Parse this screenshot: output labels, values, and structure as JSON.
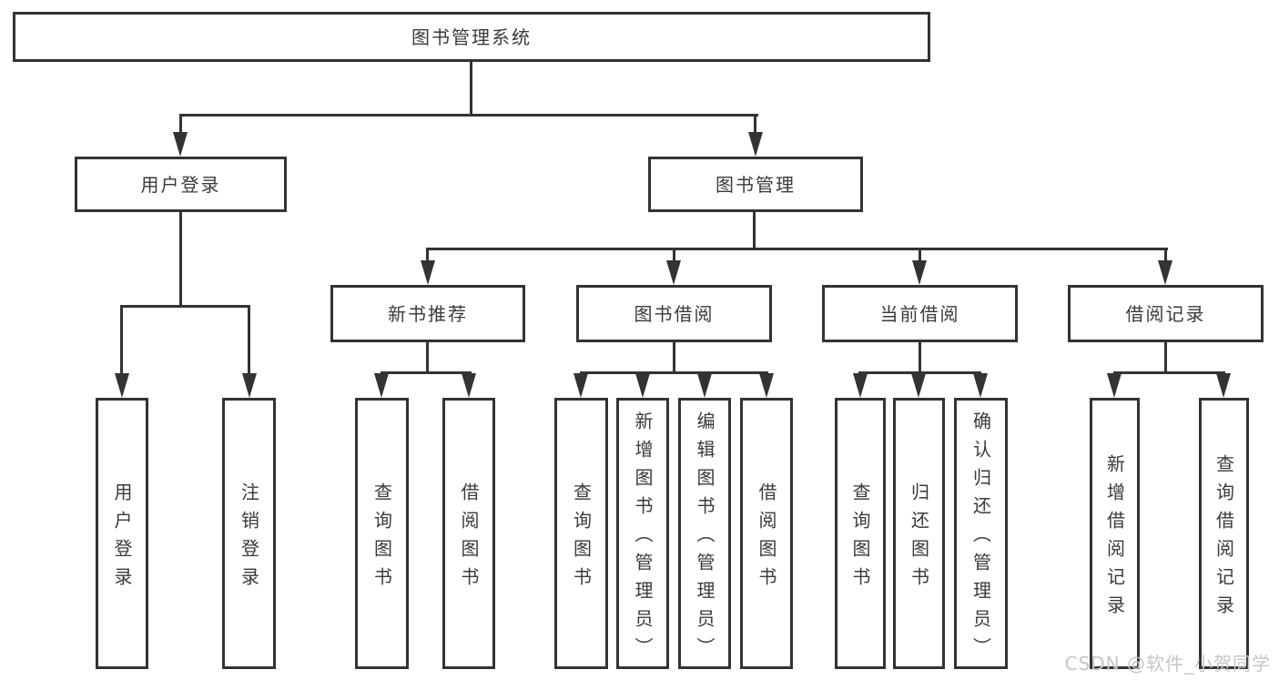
{
  "diagram": {
    "root": "图书管理系统",
    "user_login": "用户登录",
    "book_mgmt": "图书管理",
    "user_login_children": [
      "用户登录",
      "注销登录"
    ],
    "book_mgmt_children": [
      "新书推荐",
      "图书借阅",
      "当前借阅",
      "借阅记录"
    ],
    "new_book_rec_children": [
      "查询图书",
      "借阅图书"
    ],
    "book_borrow_children": [
      "查询图书",
      "新增图书（管理员）",
      "编辑图书（管理员）",
      "借阅图书"
    ],
    "current_borrow_children": [
      "查询图书",
      "归还图书",
      "确认归还（管理员）"
    ],
    "borrow_record_children": [
      "新增借阅记录",
      "查询借阅记录"
    ]
  },
  "watermark": "CSDN @软件_小贺同学",
  "colors": {
    "line": "#333333",
    "text": "#3a3a3a",
    "watermark": "#c6c6c6",
    "background": "#ffffff"
  }
}
